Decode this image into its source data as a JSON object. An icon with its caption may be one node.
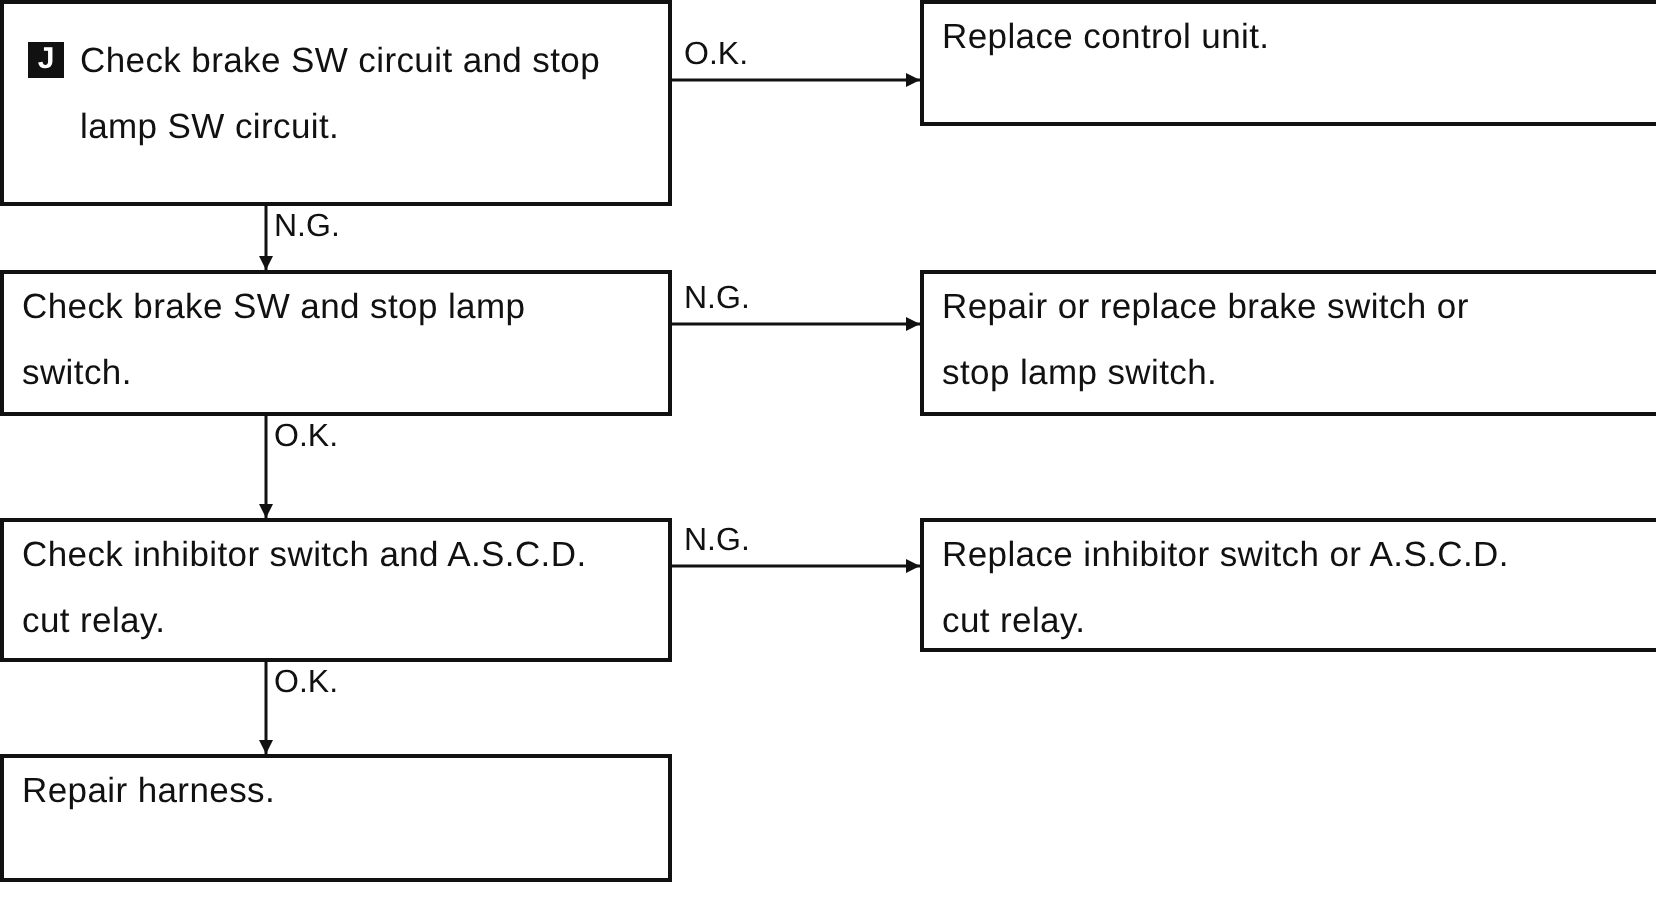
{
  "diagram": {
    "nodes": [
      {
        "text": [
          "J",
          "Check brake SW circuit and stop lamp SW circuit."
        ]
      },
      {
        "text": [
          "Replace control unit."
        ]
      },
      {
        "text": [
          "Check brake SW and stop lamp switch."
        ]
      },
      {
        "text": [
          "Repair or replace brake switch or stop lamp switch."
        ]
      },
      {
        "text": [
          "Check inhibitor switch and A.S.C.D. cut relay."
        ]
      },
      {
        "text": [
          "Replace inhibitor switch or A.S.C.D. cut relay."
        ]
      },
      {
        "text": [
          "Repair harness."
        ]
      }
    ],
    "edges": [
      {
        "from": 0,
        "to": 1,
        "arrow": "to",
        "label": "O.K."
      },
      {
        "from": 0,
        "to": 2,
        "arrow": "to",
        "label": "N.G."
      },
      {
        "from": 2,
        "to": 3,
        "arrow": "to",
        "label": "N.G."
      },
      {
        "from": 2,
        "to": 4,
        "arrow": "to",
        "label": "O.K."
      },
      {
        "from": 4,
        "to": 5,
        "arrow": "to",
        "label": "N.G."
      },
      {
        "from": 4,
        "to": 6,
        "arrow": "to",
        "label": "O.K."
      }
    ]
  }
}
